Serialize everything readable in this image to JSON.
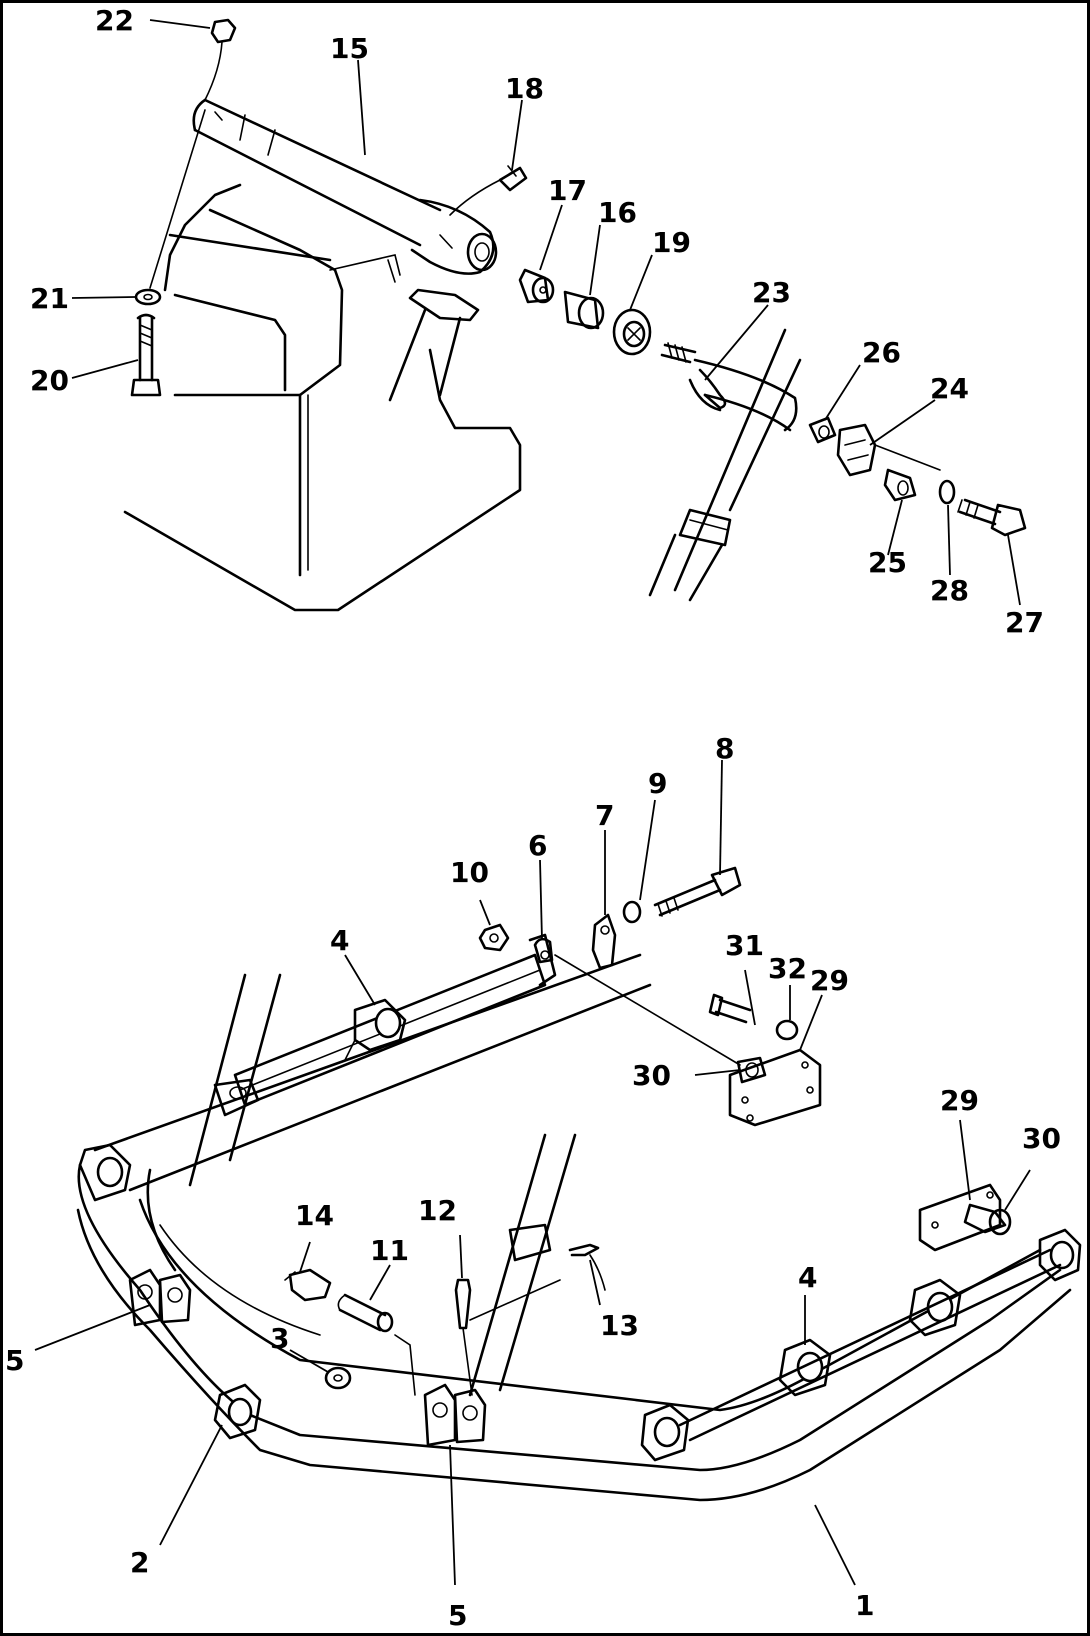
{
  "callouts": [
    {
      "id": "c22",
      "label": "22"
    },
    {
      "id": "c15",
      "label": "15"
    },
    {
      "id": "c18",
      "label": "18"
    },
    {
      "id": "c17",
      "label": "17"
    },
    {
      "id": "c16",
      "label": "16"
    },
    {
      "id": "c19",
      "label": "19"
    },
    {
      "id": "c23",
      "label": "23"
    },
    {
      "id": "c26",
      "label": "26"
    },
    {
      "id": "c24",
      "label": "24"
    },
    {
      "id": "c21",
      "label": "21"
    },
    {
      "id": "c20",
      "label": "20"
    },
    {
      "id": "c25",
      "label": "25"
    },
    {
      "id": "c28",
      "label": "28"
    },
    {
      "id": "c27",
      "label": "27"
    },
    {
      "id": "c8",
      "label": "8"
    },
    {
      "id": "c9",
      "label": "9"
    },
    {
      "id": "c7",
      "label": "7"
    },
    {
      "id": "c6",
      "label": "6"
    },
    {
      "id": "c10",
      "label": "10"
    },
    {
      "id": "c4a",
      "label": "4"
    },
    {
      "id": "c31",
      "label": "31"
    },
    {
      "id": "c32",
      "label": "32"
    },
    {
      "id": "c29a",
      "label": "29"
    },
    {
      "id": "c30a",
      "label": "30"
    },
    {
      "id": "c29b",
      "label": "29"
    },
    {
      "id": "c30b",
      "label": "30"
    },
    {
      "id": "c14",
      "label": "14"
    },
    {
      "id": "c12",
      "label": "12"
    },
    {
      "id": "c11",
      "label": "11"
    },
    {
      "id": "c13",
      "label": "13"
    },
    {
      "id": "c3",
      "label": "3"
    },
    {
      "id": "c5a",
      "label": "5"
    },
    {
      "id": "c4b",
      "label": "4"
    },
    {
      "id": "c2",
      "label": "2"
    },
    {
      "id": "c5b",
      "label": "5"
    },
    {
      "id": "c1",
      "label": "1"
    }
  ]
}
